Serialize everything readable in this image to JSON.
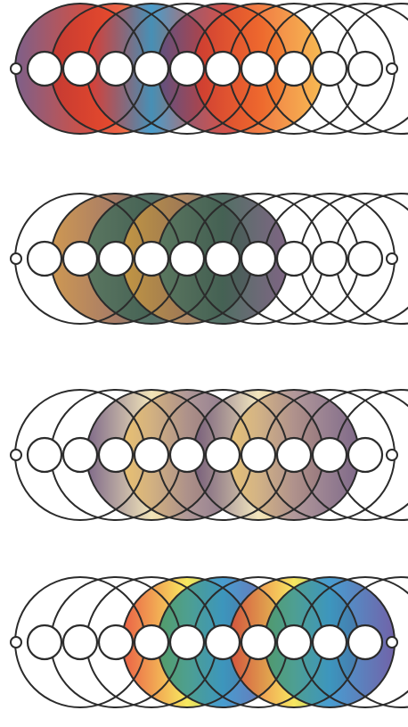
{
  "figure": {
    "rows": [
      {
        "id": "row-1",
        "circle_count": 10,
        "colored_circles": [
          {
            "index": 0,
            "stops": [
              "#6b4a7a",
              "#c23a32",
              "#e5322b"
            ]
          },
          {
            "index": 1,
            "stops": [
              "#c8362c",
              "#e84a2a",
              "#f7b23a"
            ]
          },
          {
            "index": 2,
            "stops": [
              "#e23a2f",
              "#2f8fc4",
              "#e0402d"
            ]
          },
          {
            "index": 4,
            "stops": [
              "#5e4a7c",
              "#c93b33",
              "#e5312a"
            ]
          },
          {
            "index": 5,
            "stops": [
              "#d23a2e",
              "#ef6a2a",
              "#f6b23b"
            ]
          }
        ]
      },
      {
        "id": "row-2",
        "circle_count": 10,
        "colored_circles": [
          {
            "index": 1,
            "stops": [
              "#c88a3a",
              "#9b6a52",
              "#4f6d57"
            ]
          },
          {
            "index": 2,
            "stops": [
              "#4d7560",
              "#3d5f52",
              "#6a4f70"
            ]
          },
          {
            "index": 3,
            "stops": [
              "#d39c40",
              "#a57a52",
              "#56745d"
            ]
          },
          {
            "index": 4,
            "stops": [
              "#4f7662",
              "#3b5c50",
              "#6d4f72"
            ]
          }
        ]
      },
      {
        "id": "row-3",
        "circle_count": 10,
        "colored_circles": [
          {
            "index": 2,
            "stops": [
              "#6c5478",
              "#efe0b0",
              "#e0a24a"
            ]
          },
          {
            "index": 3,
            "stops": [
              "#f0c46a",
              "#a58a8a",
              "#6e5678"
            ]
          },
          {
            "index": 5,
            "stops": [
              "#6e5678",
              "#f0e2b4",
              "#e2a24a"
            ]
          },
          {
            "index": 6,
            "stops": [
              "#eec772",
              "#a78a8c",
              "#6d5478"
            ]
          }
        ]
      },
      {
        "id": "row-4",
        "circle_count": 10,
        "colored_circles": [
          {
            "index": 3,
            "stops": [
              "#e8492c",
              "#f6e64a",
              "#4aa352"
            ]
          },
          {
            "index": 4,
            "stops": [
              "#3e9a6b",
              "#2e8fc9",
              "#6a4fa0"
            ]
          },
          {
            "index": 6,
            "stops": [
              "#e84a2d",
              "#f5e34b",
              "#49a457"
            ]
          },
          {
            "index": 7,
            "stops": [
              "#3d9a70",
              "#2f8fca",
              "#5e4d9c"
            ]
          }
        ]
      }
    ]
  }
}
